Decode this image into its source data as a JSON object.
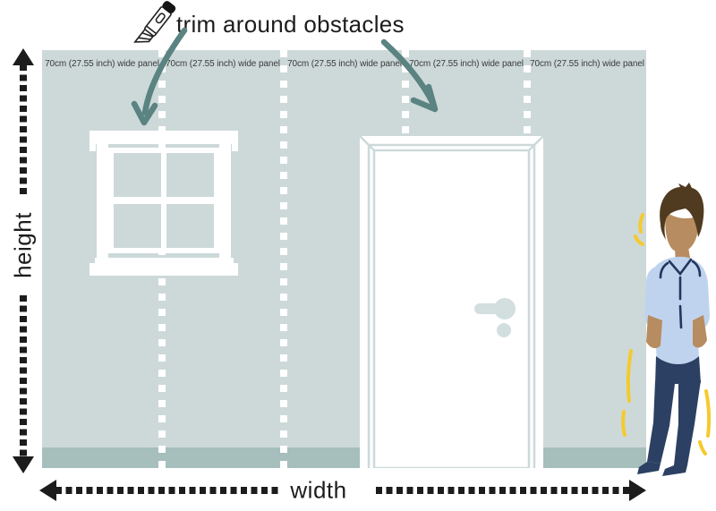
{
  "title": {
    "text": "trim around obstacles"
  },
  "panel_labels": [
    "70cm (27.55 inch) wide panel",
    "70cm (27.55 inch) wide panel",
    "70cm (27.55 inch) wide panel",
    "70cm (27.55 inch) wide panel",
    "70cm (27.55 inch) wide panel"
  ],
  "axes": {
    "height_label": "height",
    "width_label": "width"
  },
  "icons": [
    "utility-knife-icon",
    "curved-arrow-icon",
    "door-handle-icon"
  ],
  "illustrations": [
    "window",
    "door",
    "man-standing"
  ],
  "colors": {
    "wall": "#cdd9d9",
    "baseboard": "#a6bebc",
    "ink": "#1c1c1c",
    "label": "#3a3a3a",
    "arrow": "#5a8381",
    "yellow": "#f5ca2d",
    "skin": "#b78c60",
    "hair": "#503a20",
    "shirt": "#c0d3ee",
    "pants": "#2b4063",
    "navy": "#23365c",
    "handle": "#d3dfdf",
    "white": "#ffffff"
  }
}
